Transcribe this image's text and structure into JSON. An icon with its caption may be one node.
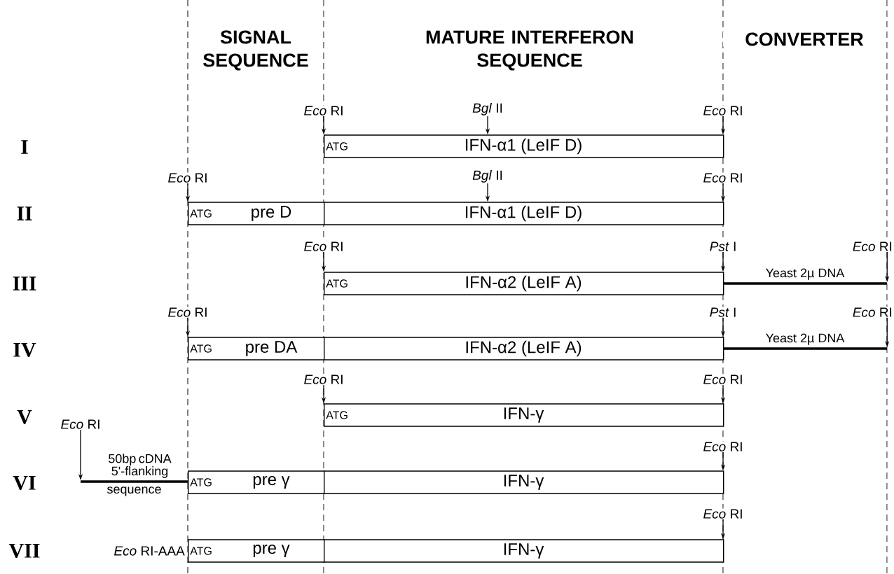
{
  "diagram": {
    "nodes": [
      {
        "text": [
          "ATG",
          "IFN-α1 (LeIF D)"
        ]
      },
      {
        "text": [
          "*Eco* RI"
        ]
      },
      {
        "text": [
          "*Bgl* II"
        ]
      },
      {
        "text": [
          "*Eco* RI"
        ]
      },
      {
        "text": [
          "ATG",
          "pre D"
        ]
      },
      {
        "text": [
          "IFN-α1 (LeIF D)"
        ]
      },
      {
        "text": [
          "*Eco* RI"
        ]
      },
      {
        "text": [
          "*Bgl* II"
        ]
      },
      {
        "text": [
          "*Eco* RI"
        ]
      },
      {
        "text": [
          "ATG",
          "IFN-α2 (LeIF A)"
        ]
      },
      {
        "text": [
          "Yeast 2µ DNA"
        ]
      },
      {
        "text": [
          "*Eco* RI"
        ]
      },
      {
        "text": [
          "*Pst* I"
        ]
      },
      {
        "text": [
          "*Eco* RI"
        ]
      },
      {
        "text": [
          "ATG",
          "pre DA"
        ]
      },
      {
        "text": [
          "IFN-α2 (LeIF A)"
        ]
      },
      {
        "text": [
          "Yeast 2µ DNA"
        ]
      },
      {
        "text": [
          "*Eco* RI"
        ]
      },
      {
        "text": [
          "*Pst* I"
        ]
      },
      {
        "text": [
          "*Eco* RI"
        ]
      },
      {
        "text": [
          "ATG",
          "IFN-γ"
        ]
      },
      {
        "text": [
          "*Eco* RI"
        ]
      },
      {
        "text": [
          "*Eco* RI"
        ]
      },
      {
        "text": [
          "50bp cDNA 5'-flanking",
          "sequence"
        ]
      },
      {
        "text": [
          "ATG",
          "pre γ"
        ]
      },
      {
        "text": [
          "IFN-γ"
        ]
      },
      {
        "text": [
          "*Eco* RI"
        ]
      },
      {
        "text": [
          "*Eco* RI"
        ]
      },
      {
        "text": [
          "ATG",
          "pre γ"
        ],
        "beside": [
          "*Eco* RI-AAA"
        ]
      },
      {
        "text": [
          "IFN-γ"
        ]
      },
      {
        "text": [
          "*Eco* RI"
        ]
      }
    ],
    "edges": [
      {
        "from": 1,
        "to": 0,
        "arrow": "to"
      },
      {
        "from": 2,
        "to": 0,
        "arrow": "to"
      },
      {
        "from": 3,
        "to": 0,
        "arrow": "to"
      },
      {
        "from": 6,
        "to": 4,
        "arrow": "to"
      },
      {
        "from": 7,
        "to": 5,
        "arrow": "to"
      },
      {
        "from": 8,
        "to": 5,
        "arrow": "to"
      },
      {
        "from": 11,
        "to": 9,
        "arrow": "to"
      },
      {
        "from": 12,
        "to": 9,
        "arrow": "to"
      },
      {
        "from": 13,
        "to": 10,
        "arrow": "to"
      },
      {
        "from": 17,
        "to": 14,
        "arrow": "to"
      },
      {
        "from": 18,
        "to": 15,
        "arrow": "to"
      },
      {
        "from": 19,
        "to": 16,
        "arrow": "to"
      },
      {
        "from": 21,
        "to": 20,
        "arrow": "to"
      },
      {
        "from": 22,
        "to": 20,
        "arrow": "to"
      },
      {
        "from": 26,
        "to": 23,
        "arrow": "to"
      },
      {
        "from": 27,
        "to": 25,
        "arrow": "to"
      },
      {
        "from": 30,
        "to": 29,
        "arrow": "to"
      }
    ],
    "labels": [
      "SIGNAL SEQUENCE",
      "MATURE INTERFERON SEQUENCE",
      "CONVERTER",
      "I",
      "II",
      "III",
      "IV",
      "V",
      "VI",
      "VII"
    ]
  }
}
